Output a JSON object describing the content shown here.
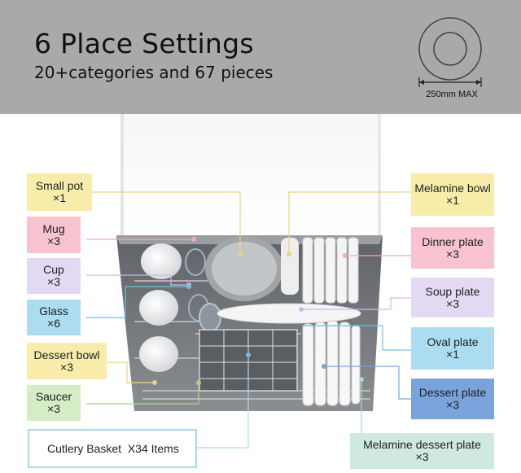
{
  "header": {
    "title": "6 Place Settings",
    "subtitle": "20+categories and 67 pieces",
    "plate_size": "250mm MAX"
  },
  "labels": {
    "small_pot": {
      "name": "Small pot",
      "qty": "×1"
    },
    "mug": {
      "name": "Mug",
      "qty": "×3"
    },
    "cup": {
      "name": "Cup",
      "qty": "×3"
    },
    "glass": {
      "name": "Glass",
      "qty": "×6"
    },
    "dessert_bowl": {
      "name": "Dessert bowl",
      "qty": "×3"
    },
    "saucer": {
      "name": "Saucer",
      "qty": "×3"
    },
    "melamine_bowl": {
      "name": "Melamine bowl",
      "qty": "×1"
    },
    "dinner_plate": {
      "name": "Dinner plate",
      "qty": "×3"
    },
    "soup_plate": {
      "name": "Soup plate",
      "qty": "×3"
    },
    "oval_plate": {
      "name": "Oval plate",
      "qty": "×1"
    },
    "dessert_plate": {
      "name": "Dessert plate",
      "qty": "×3"
    },
    "melamine_dessert_plate": {
      "name": "Melamine dessert plate",
      "qty": "×3"
    },
    "cutlery_basket": "Cutlery Basket  X34 Items"
  },
  "colors": {
    "header_bg": "#a9a9a9",
    "yellow": "#f7eca9",
    "pink": "#f8c3cf",
    "lavender": "#e3d9f3",
    "light_blue": "#abdcef",
    "green": "#d6ecc6",
    "blue": "#7ba3db",
    "mint": "#cfe9e2"
  }
}
